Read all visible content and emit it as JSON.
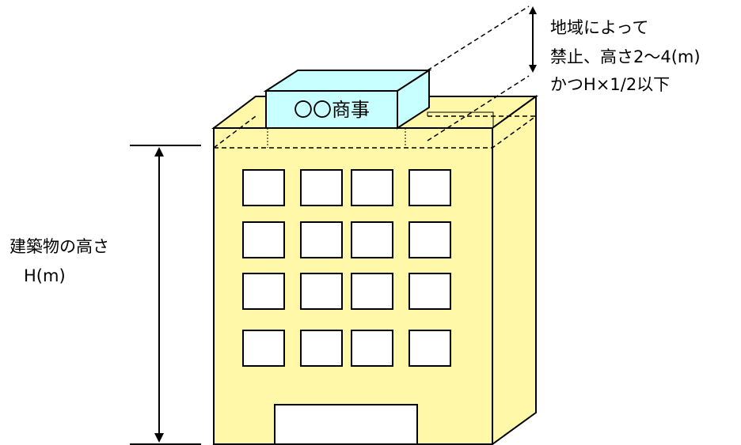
{
  "sign_text": "〇〇商事",
  "regulation_note": {
    "line1": "地域によって",
    "line2": "禁止、高さ2～4(m)",
    "line3": "かつH×1/2以下"
  },
  "height_label": {
    "line1": "建築物の高さ",
    "line2": "H(m)"
  },
  "colors": {
    "building_fill": "#fff8a8",
    "sign_fill": "#c8ffff",
    "window_fill": "#ffffff",
    "stroke": "#000000"
  },
  "windows": {
    "rows": 4,
    "columns": 4
  }
}
